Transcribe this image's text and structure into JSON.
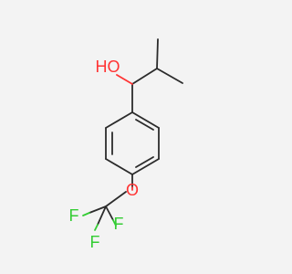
{
  "molecule": {
    "atoms": {
      "hydroxyl_label": "HO",
      "ether_oxygen_label": "O",
      "fluorine_1_label": "F",
      "fluorine_2_label": "F",
      "fluorine_3_label": "F"
    },
    "colors": {
      "background": "#f3f3f3",
      "carbon_bond": "#2b2b2b",
      "oxygen": "#ff3333",
      "fluorine": "#33cc33"
    }
  }
}
